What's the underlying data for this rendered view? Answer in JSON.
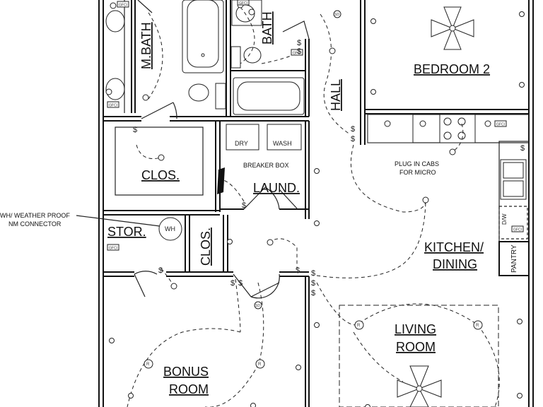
{
  "rooms": {
    "master_bath": "M.BATH",
    "bath": "BATH",
    "bedroom2": "BEDROOM 2",
    "hall": "HALL",
    "closet1": "CLOS.",
    "closet2": "CLOS.",
    "laundry": "LAUND.",
    "storage": "STOR.",
    "kitchen_line1": "KITCHEN/",
    "kitchen_line2": "DINING",
    "pantry": "PANTRY",
    "living_line1": "LIVING",
    "living_line2": "ROOM",
    "bonus_line1": "BONUS",
    "bonus_line2": "ROOM"
  },
  "notes": {
    "breaker_box": "BREAKER BOX",
    "plug_line1": "PLUG IN CABS",
    "plug_line2": "FOR MICRO",
    "wh_line1": "WH/ WEATHER PROOF",
    "wh_line2": "NM CONNECTOR"
  },
  "fixtures": {
    "dryer": "DRY",
    "washer": "WASH",
    "water_heater": "WH",
    "dishwasher": "D/W"
  },
  "symbols": {
    "gfci": "GFCI",
    "switch": "$",
    "smoke": "SD",
    "recessed": "R"
  }
}
